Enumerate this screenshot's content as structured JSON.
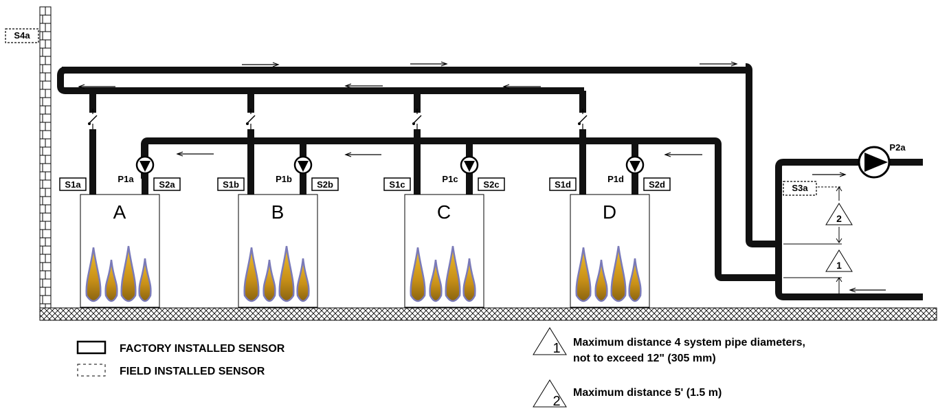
{
  "sensors": {
    "outdoor": "S4a",
    "system_supply": "S3a",
    "supply": [
      "S1a",
      "S1b",
      "S1c",
      "S1d"
    ],
    "return": [
      "S2a",
      "S2b",
      "S2c",
      "S2d"
    ]
  },
  "boilers": [
    "A",
    "B",
    "C",
    "D"
  ],
  "pumps": {
    "boiler": [
      "P1a",
      "P1b",
      "P1c",
      "P1d"
    ],
    "system": "P2a"
  },
  "legend": {
    "factory": "FACTORY INSTALLED SENSOR",
    "field": "FIELD INSTALLED SENSOR"
  },
  "notes": [
    {
      "num": "1",
      "line1": "Maximum distance 4 system pipe diameters,",
      "line2": "not to exceed 12\" (305 mm)"
    },
    {
      "num": "2",
      "line1": "Maximum distance 5' (1.5 m)",
      "line2": ""
    }
  ],
  "colors": {
    "pipe": "#111111",
    "flame_fill": "#d4a020",
    "flame_outline": "#7a7ab8"
  }
}
